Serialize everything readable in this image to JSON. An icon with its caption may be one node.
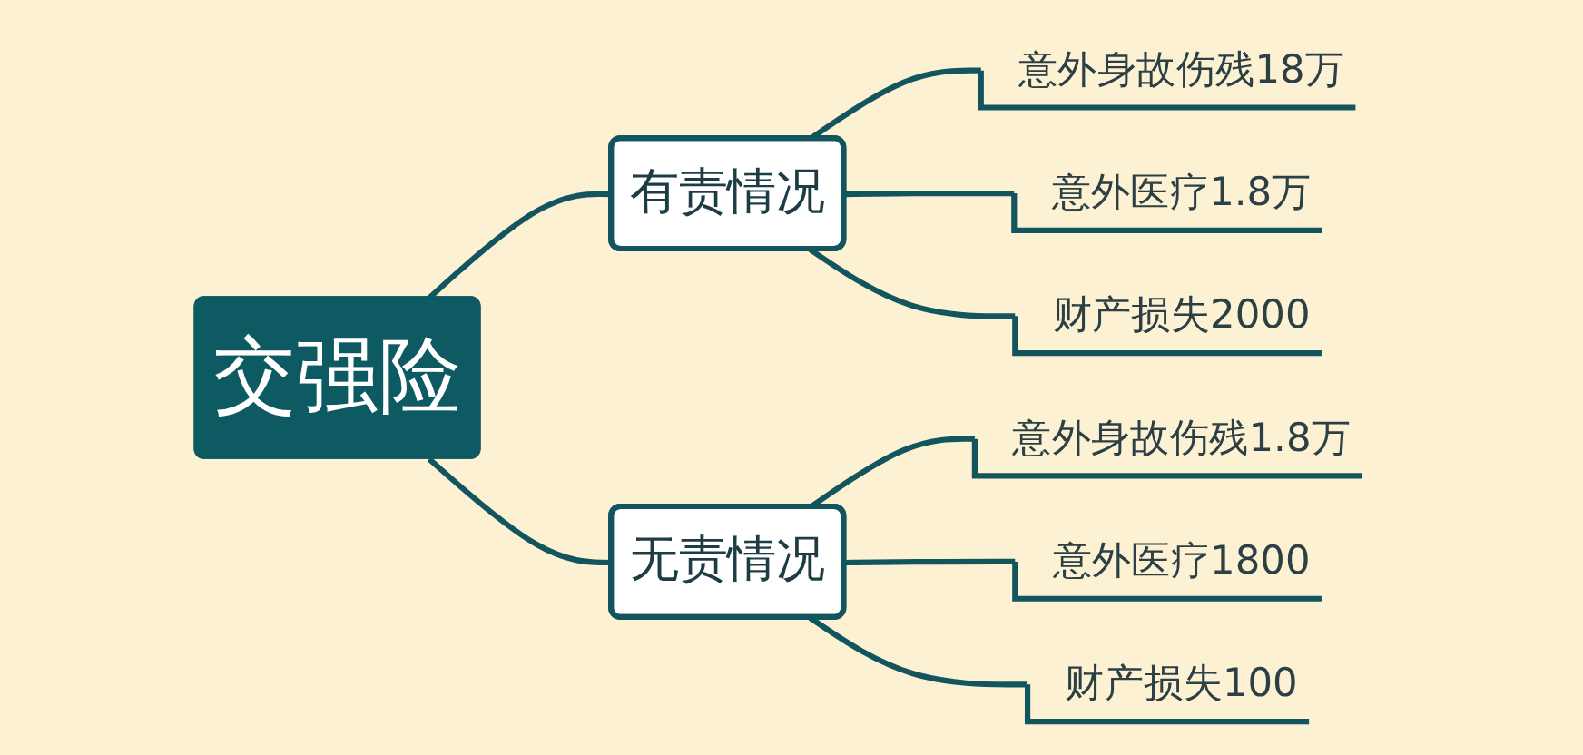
{
  "diagram": {
    "nodes": [
      {
        "text": [
          "交强险"
        ]
      },
      {
        "text": [
          "有责情况"
        ]
      },
      {
        "text": [
          "意外身故伤残18万"
        ]
      },
      {
        "text": [
          "意外医疗1.8万"
        ]
      },
      {
        "text": [
          "财产损失2000"
        ]
      },
      {
        "text": [
          "无责情况"
        ]
      },
      {
        "text": [
          "意外身故伤残1.8万"
        ]
      },
      {
        "text": [
          "意外医疗1800"
        ]
      },
      {
        "text": [
          "财产损失100"
        ]
      }
    ],
    "edges": [
      {
        "from": 0,
        "to": 1,
        "arrow": "none"
      },
      {
        "from": 1,
        "to": 2,
        "arrow": "none"
      },
      {
        "from": 1,
        "to": 3,
        "arrow": "none"
      },
      {
        "from": 1,
        "to": 4,
        "arrow": "none"
      },
      {
        "from": 0,
        "to": 5,
        "arrow": "none"
      },
      {
        "from": 5,
        "to": 6,
        "arrow": "none"
      },
      {
        "from": 5,
        "to": 7,
        "arrow": "none"
      },
      {
        "from": 5,
        "to": 8,
        "arrow": "none"
      }
    ]
  }
}
